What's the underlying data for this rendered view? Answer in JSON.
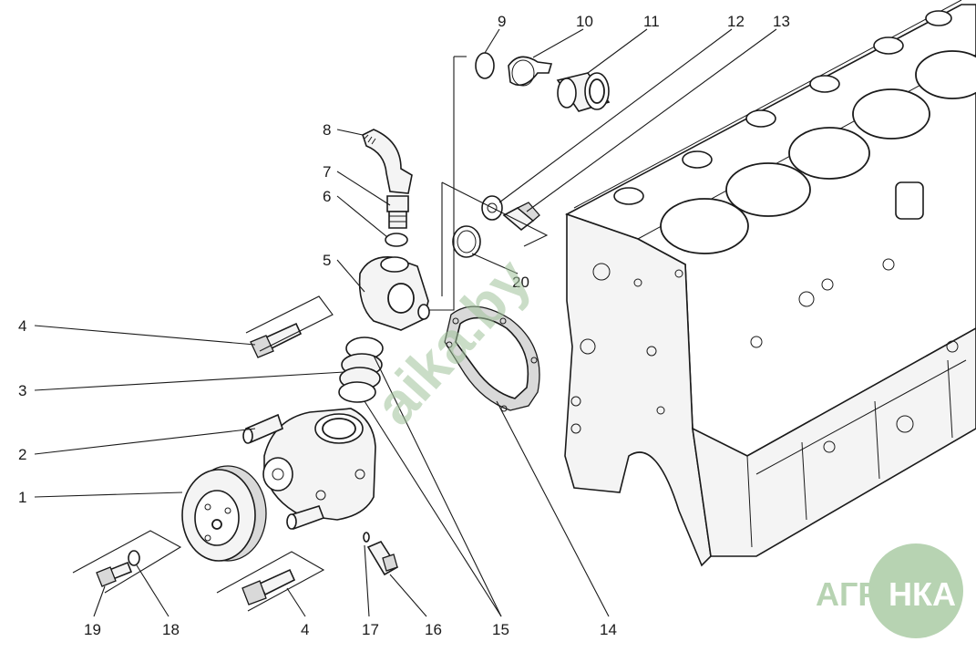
{
  "callouts": [
    {
      "id": "c1",
      "label": "1"
    },
    {
      "id": "c2",
      "label": "2"
    },
    {
      "id": "c3",
      "label": "3"
    },
    {
      "id": "c4a",
      "label": "4"
    },
    {
      "id": "c4b",
      "label": "4"
    },
    {
      "id": "c5",
      "label": "5"
    },
    {
      "id": "c6",
      "label": "6"
    },
    {
      "id": "c7",
      "label": "7"
    },
    {
      "id": "c8",
      "label": "8"
    },
    {
      "id": "c9",
      "label": "9"
    },
    {
      "id": "c10",
      "label": "10"
    },
    {
      "id": "c11",
      "label": "11"
    },
    {
      "id": "c12",
      "label": "12"
    },
    {
      "id": "c13",
      "label": "13"
    },
    {
      "id": "c14",
      "label": "14"
    },
    {
      "id": "c15",
      "label": "15"
    },
    {
      "id": "c16",
      "label": "16"
    },
    {
      "id": "c17",
      "label": "17"
    },
    {
      "id": "c18",
      "label": "18"
    },
    {
      "id": "c19",
      "label": "19"
    },
    {
      "id": "c20",
      "label": "20"
    }
  ],
  "watermark": {
    "logo_left": "АГРО",
    "logo_right": "НКА",
    "diagonal_text": "aikа.by",
    "logo_color": "#a9c9a4",
    "text_color": "#ffffff"
  }
}
